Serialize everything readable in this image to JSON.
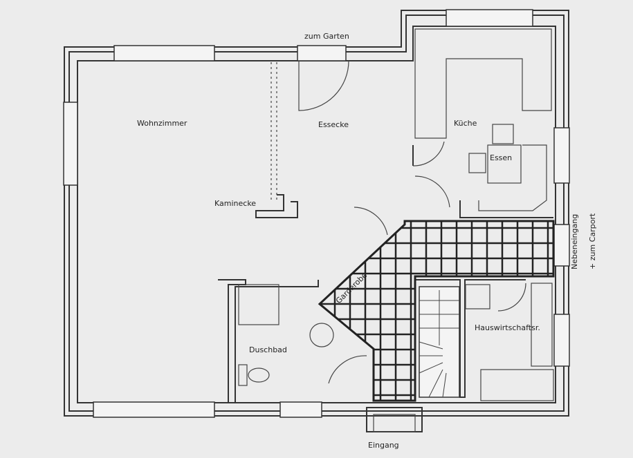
{
  "labels": {
    "garden": "zum Garten",
    "living": "Wohnzimmer",
    "dining": "Essecke",
    "kitchen": "Küche",
    "eating": "Essen",
    "fireplace": "Kaminecke",
    "shower": "Duschbad",
    "utility": "Hauswirtschaftsr.",
    "entrance": "Eingang",
    "side_entrance": "Nebeneingang",
    "carport": "+ zum Carport",
    "wardrobe": "Garderobe"
  },
  "colors": {
    "background": "#ececec",
    "line": "#333333"
  }
}
